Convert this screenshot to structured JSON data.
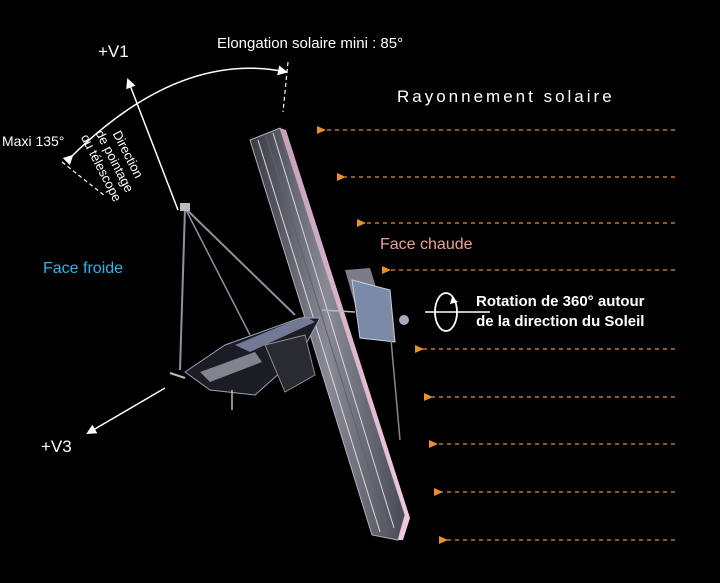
{
  "labels": {
    "v1": "+V1",
    "v3": "+V3",
    "elongation": "Elongation solaire mini :  85°",
    "maxi": "Maxi 135°",
    "rayonnement": "Rayonnement solaire",
    "face_chaude": "Face chaude",
    "face_froide": "Face froide",
    "rotation_line1": "Rotation de 360° autour",
    "rotation_line2": "de la direction du Soleil",
    "direction_line1": "Direction",
    "direction_line2": "de pointage",
    "direction_line3": "du télescope"
  },
  "colors": {
    "background": "#000000",
    "text": "#ffffff",
    "sun_arrows": "#e8902a",
    "face_chaude": "#f0a090",
    "face_froide": "#29b6f0",
    "sunshield_edge": "#e8b0d0"
  }
}
